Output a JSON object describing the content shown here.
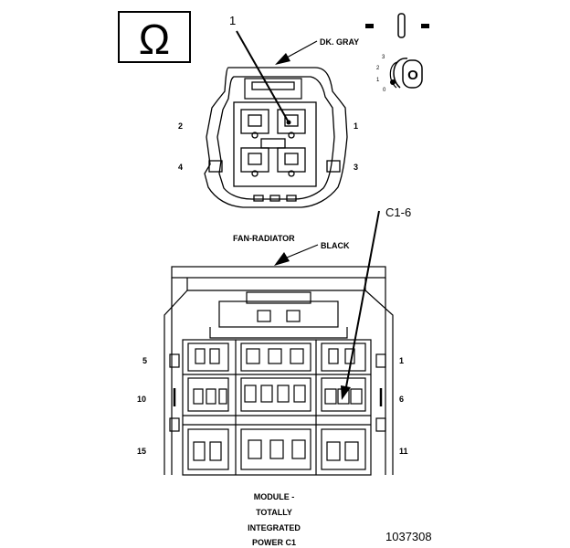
{
  "meter_symbol": {
    "icon": "ohm-icon",
    "glyph": "Ω"
  },
  "ignition": {
    "icon": "ignition-key-icon",
    "key_letter": "O",
    "positions": [
      "3",
      "2",
      "1",
      "0"
    ]
  },
  "top_connector": {
    "color_label": "DK. GRAY",
    "callout": "1",
    "pins": {
      "p1": "1",
      "p2": "2",
      "p3": "3",
      "p4": "4"
    },
    "caption": "FAN-RADIATOR"
  },
  "bottom_connector": {
    "color_label": "BLACK",
    "callout": "C1-6",
    "pins": {
      "p1": "1",
      "p5": "5",
      "p6": "6",
      "p10": "10",
      "p11": "11",
      "p15": "15"
    },
    "caption_lines": [
      "MODULE -",
      "TOTALLY",
      "INTEGRATED",
      "POWER C1"
    ]
  },
  "figure_number": "1037308"
}
